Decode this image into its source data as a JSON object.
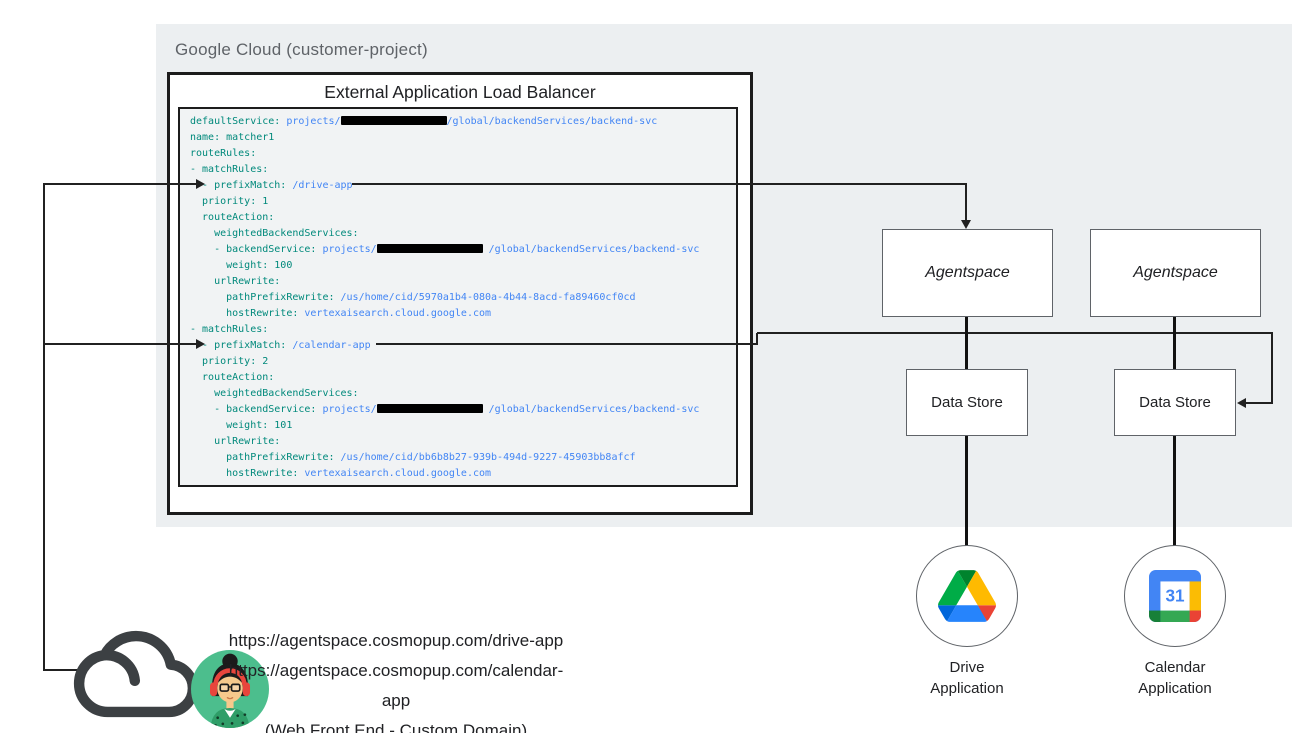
{
  "google_cloud": {
    "label": "Google Cloud (customer-project)"
  },
  "load_balancer": {
    "title": "External Application Load Balancer",
    "code": {
      "lines": [
        [
          [
            "t",
            "defaultService: "
          ],
          [
            "b",
            "projects/"
          ],
          [
            "r",
            ""
          ],
          [
            "b",
            "/global/backendServices/backend-svc"
          ]
        ],
        [
          [
            "t",
            "name: matcher1"
          ]
        ],
        [
          [
            "t",
            "routeRules:"
          ]
        ],
        [
          [
            "t",
            "- matchRules:"
          ]
        ],
        [
          [
            "t",
            "  - prefixMatch: "
          ],
          [
            "b",
            "/drive-app"
          ]
        ],
        [
          [
            "t",
            "  priority: 1"
          ]
        ],
        [
          [
            "t",
            "  routeAction:"
          ]
        ],
        [
          [
            "t",
            "    weightedBackendServices:"
          ]
        ],
        [
          [
            "t",
            "    - backendService: "
          ],
          [
            "b",
            "projects/"
          ],
          [
            "r",
            ""
          ],
          [
            "b",
            " /global/backendServices/backend-svc"
          ]
        ],
        [
          [
            "t",
            "      weight: 100"
          ]
        ],
        [
          [
            "t",
            "    urlRewrite:"
          ]
        ],
        [
          [
            "t",
            "      pathPrefixRewrite: "
          ],
          [
            "b",
            "/us/home/cid/5970a1b4-080a-4b44-8acd-fa89460cf0cd"
          ]
        ],
        [
          [
            "t",
            "      hostRewrite: "
          ],
          [
            "b",
            "vertexaisearch.cloud.google.com"
          ]
        ],
        [
          [
            "t",
            "- matchRules:"
          ]
        ],
        [
          [
            "t",
            "  - prefixMatch: "
          ],
          [
            "b",
            "/calendar-app"
          ]
        ],
        [
          [
            "t",
            "  priority: 2"
          ]
        ],
        [
          [
            "t",
            "  routeAction:"
          ]
        ],
        [
          [
            "t",
            "    weightedBackendServices:"
          ]
        ],
        [
          [
            "t",
            "    - backendService: "
          ],
          [
            "b",
            "projects/"
          ],
          [
            "r",
            ""
          ],
          [
            "b",
            " /global/backendServices/backend-svc"
          ]
        ],
        [
          [
            "t",
            "      weight: 101"
          ]
        ],
        [
          [
            "t",
            "    urlRewrite:"
          ]
        ],
        [
          [
            "t",
            "      pathPrefixRewrite: "
          ],
          [
            "b",
            "/us/home/cid/bb6b8b27-939b-494d-9227-45903bb8afcf"
          ]
        ],
        [
          [
            "t",
            "      hostRewrite: "
          ],
          [
            "b",
            "vertexaisearch.cloud.google.com"
          ]
        ]
      ]
    }
  },
  "agentspace": {
    "box1": "Agentspace",
    "box2": "Agentspace"
  },
  "data_store": {
    "box1": "Data Store",
    "box2": "Data Store"
  },
  "apps": {
    "drive": {
      "label": "Drive\nApplication"
    },
    "calendar": {
      "label": "Calendar\nApplication",
      "day": "31"
    }
  },
  "frontend": {
    "url_drive": "https://agentspace.cosmopup.com/drive-app",
    "url_calendar": "https://agentspace.cosmopup.com/calendar-app",
    "caption": "(Web Front End - Custom Domain)"
  },
  "icons": {
    "cloud": "internet-cloud-outline",
    "user": "female-user-avatar",
    "drive": "google-drive-logo",
    "calendar": "google-calendar-logo"
  },
  "colors": {
    "backdrop": "#eceff1",
    "code_bg": "#f1f3f4",
    "code_key": "#00897b",
    "code_value": "#4285f4",
    "border_dark": "#1c1c1c",
    "box_border_gray": "#5f6368",
    "label_gray": "#5f6368",
    "connector": "#212121",
    "avatar_bg": "#4cbe8d",
    "cloud_stroke": "#3c4043",
    "drive_logo": {
      "green": "#00ac47",
      "dark_green": "#00832d",
      "blue": "#0066da",
      "light_blue": "#2684fc",
      "red": "#ea4335",
      "yellow": "#ffba00"
    },
    "calendar_logo": {
      "blue": "#4285f4",
      "yellow": "#fbbc04",
      "green": "#34a853",
      "dark_green": "#188038",
      "red": "#ea4335"
    }
  }
}
